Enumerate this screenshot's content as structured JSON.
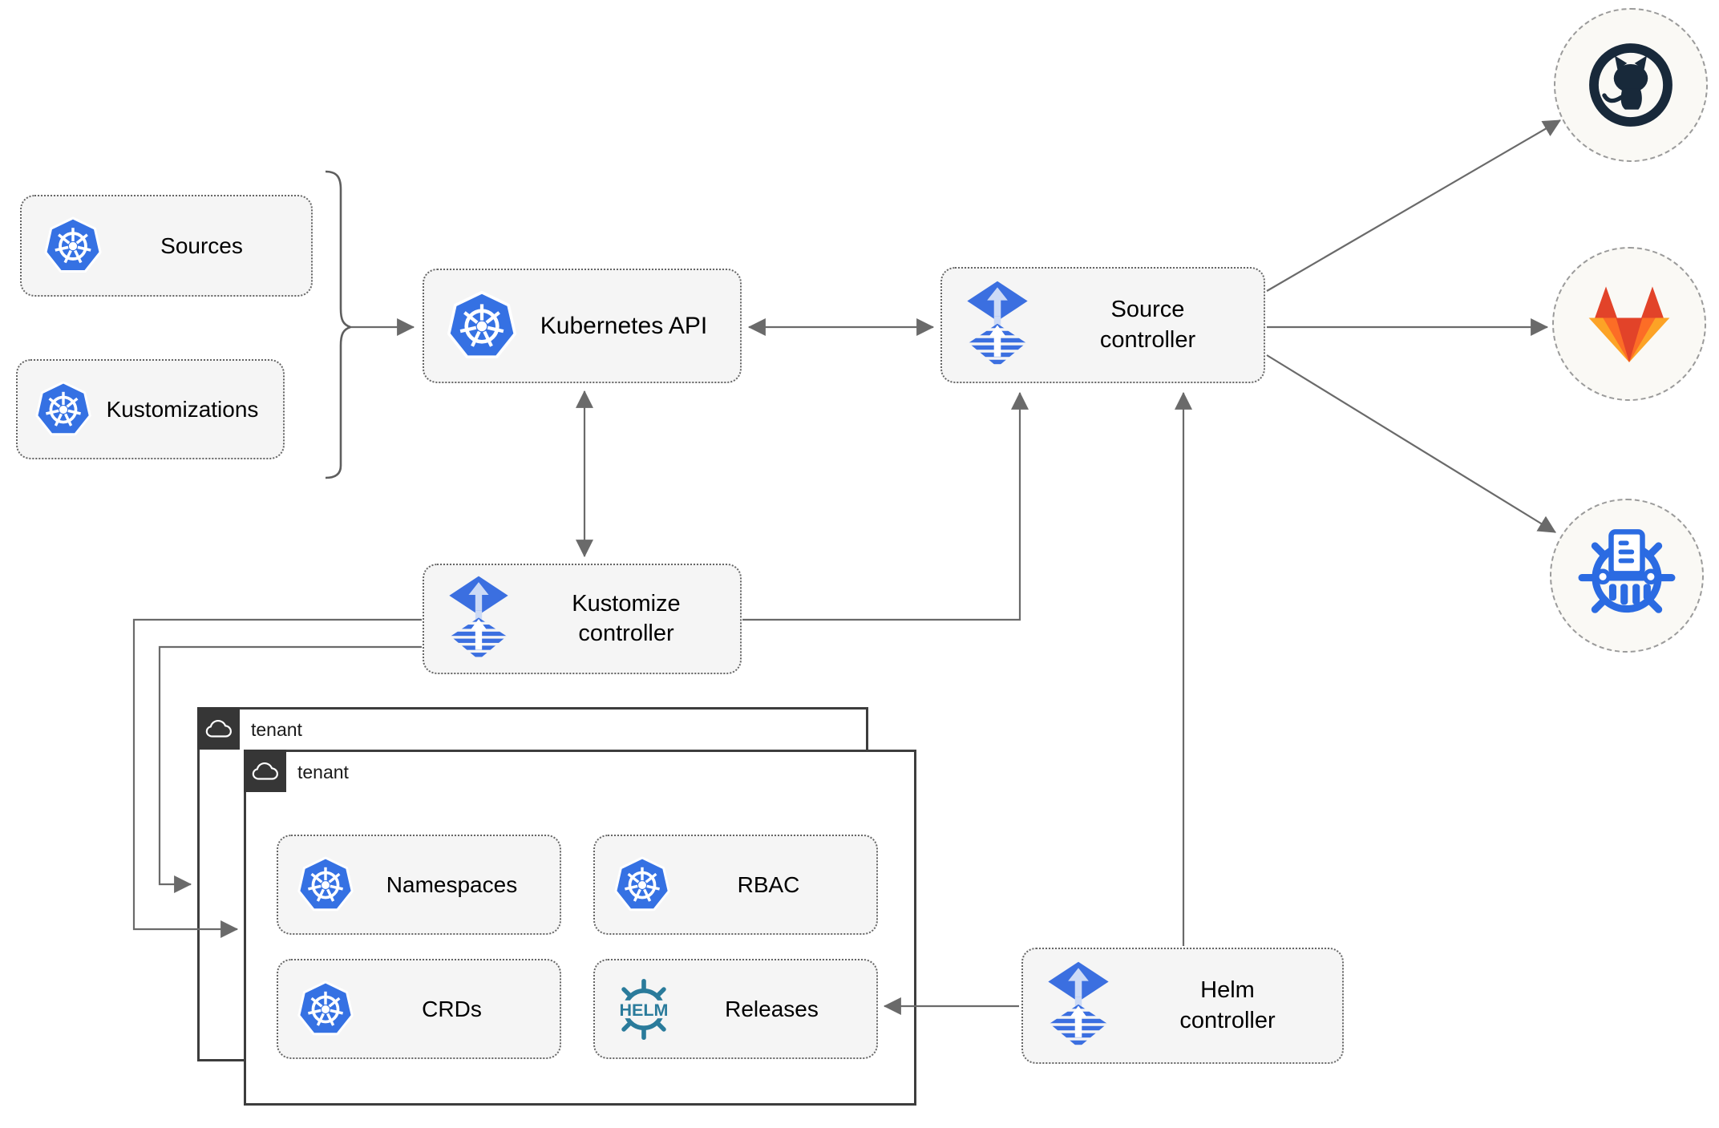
{
  "colors": {
    "kubernetes_blue": "#3571e3",
    "flux_blue": "#3b6fe0",
    "flux_light_arrow": "#ccdaf6",
    "helm_teal": "#2a7b9b",
    "github_dark": "#18293a",
    "gitlab_red": "#e24329",
    "gitlab_orange": "#fc6d26",
    "gitlab_light_orange": "#fca326",
    "chartmuseum_blue": "#2b6be2",
    "connector_gray": "#6a6a6a",
    "tenant_header_dark": "#363636",
    "node_fill": "#f5f5f5"
  },
  "nodes": {
    "sources": {
      "label": "Sources",
      "icon": "kubernetes-icon"
    },
    "kustomizations": {
      "label": "Kustomizations",
      "icon": "kubernetes-icon"
    },
    "kubernetes_api": {
      "label": "Kubernetes API",
      "icon": "kubernetes-icon"
    },
    "source_controller": {
      "label": "Source controller",
      "icon": "flux-icon"
    },
    "kustomize_controller": {
      "label": "Kustomize controller",
      "icon": "flux-icon"
    },
    "helm_controller": {
      "label": "Helm controller",
      "icon": "flux-icon"
    },
    "namespaces": {
      "label": "Namespaces",
      "icon": "kubernetes-icon"
    },
    "rbac": {
      "label": "RBAC",
      "icon": "kubernetes-icon"
    },
    "crds": {
      "label": "CRDs",
      "icon": "kubernetes-icon"
    },
    "releases": {
      "label": "Releases",
      "icon": "helm-icon"
    }
  },
  "tenants": {
    "outer_label": "tenant",
    "inner_label": "tenant"
  },
  "targets": {
    "github": {
      "icon": "github-icon"
    },
    "gitlab": {
      "icon": "gitlab-icon"
    },
    "chartmuseum": {
      "icon": "chartmuseum-icon"
    }
  },
  "helm_logo_text": "HELM"
}
